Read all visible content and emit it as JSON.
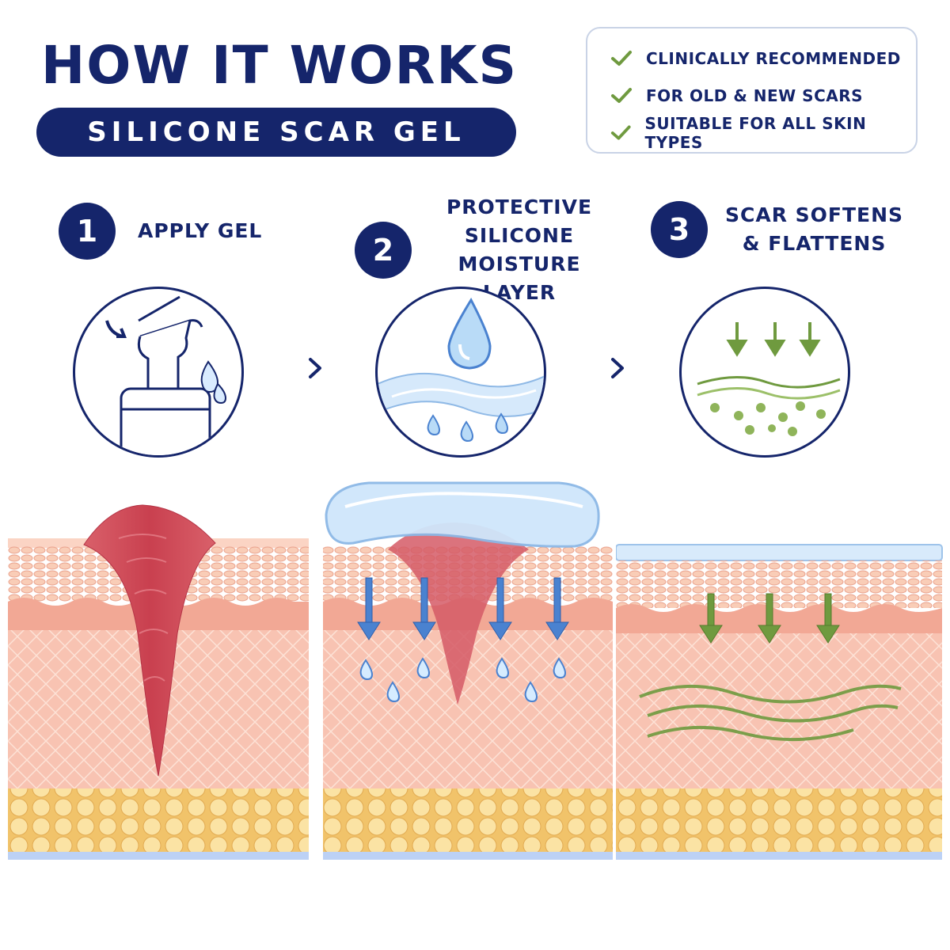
{
  "header": {
    "title": "HOW IT WORKS",
    "subtitle": "SILICONE SCAR GEL"
  },
  "benefits": [
    {
      "text": "CLINICALLY RECOMMENDED",
      "icon": "check-icon"
    },
    {
      "text": "FOR OLD & NEW SCARS",
      "icon": "check-icon"
    },
    {
      "text": "SUITABLE FOR ALL SKIN TYPES",
      "icon": "check-icon"
    }
  ],
  "steps": [
    {
      "number": "1",
      "lines": [
        "APPLY GEL"
      ],
      "icon": "gel-pump-icon"
    },
    {
      "number": "2",
      "lines": [
        "PROTECTIVE",
        "SILICONE",
        "MOISTURE LAYER"
      ],
      "icon": "moisture-layer-icon"
    },
    {
      "number": "3",
      "lines": [
        "SCAR SOFTENS",
        "& FLATTENS"
      ],
      "icon": "flatten-icon"
    }
  ],
  "colors": {
    "navy": "#15256b",
    "green": "#6f9a3f",
    "blue": "#4a82d0",
    "skin": "#f6b8a8",
    "fat": "#f8d889"
  }
}
